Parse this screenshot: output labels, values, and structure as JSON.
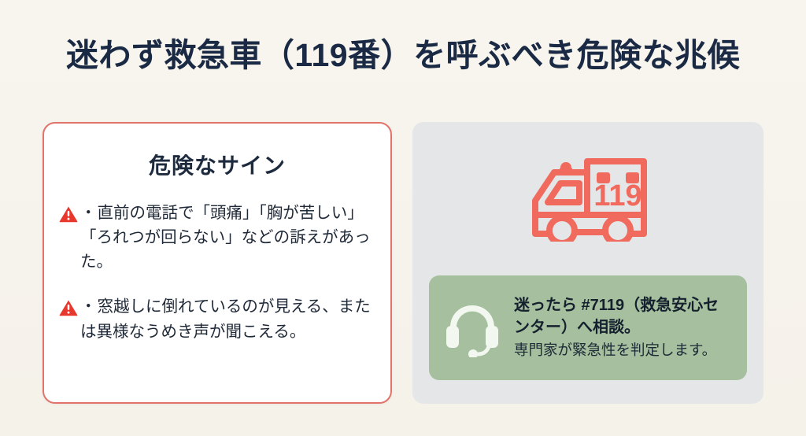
{
  "slide": {
    "title": "迷わず救急車（119番）を呼ぶべき危険な兆候",
    "background_color": "#f6f3ec",
    "title_color": "#1b2a44"
  },
  "danger_card": {
    "heading": "危険なサイン",
    "border_color": "#e2736a",
    "background_color": "#ffffff",
    "warning_icon_color": "#e8372c",
    "items": [
      {
        "icon": "warning-triangle-icon",
        "bullet": "・",
        "text": "直前の電話で「頭痛」「胸が苦しい」「ろれつが回らない」などの訴えがあった。"
      },
      {
        "icon": "warning-triangle-icon",
        "bullet": "・",
        "text": "窓越しに倒れているのが見える、または異様なうめき声が聞こえる。"
      }
    ]
  },
  "right_panel": {
    "background_color": "#e4e6e8",
    "ambulance": {
      "icon": "ambulance-icon",
      "number_label": "119",
      "color": "#f06a5e"
    },
    "advice_box": {
      "background_color": "#a6bf9e",
      "icon": "headset-icon",
      "icon_color": "#f2f7f0",
      "main_text": "迷ったら #7119（救急安心センター）へ相談。",
      "sub_text": "専門家が緊急性を判定します。"
    }
  }
}
